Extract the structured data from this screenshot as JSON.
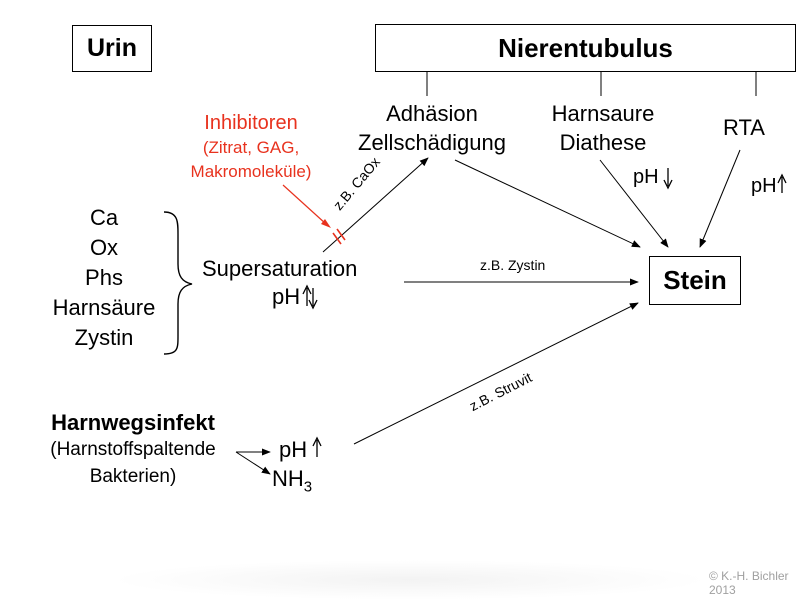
{
  "title_box": {
    "label": "Urin"
  },
  "header_box": {
    "label": "Nierentubulus"
  },
  "top_nodes": {
    "adhesion": {
      "line1": "Adhäsion",
      "line2": "Zellschädigung"
    },
    "harnsaure": {
      "line1": "Harnsaure",
      "line2": "Diathese"
    },
    "rta": {
      "label": "RTA"
    }
  },
  "inhibitors": {
    "title": "Inhibitoren",
    "line1": "(Zitrat, GAG,",
    "line2": "Makromoleküle)"
  },
  "left_list": [
    "Ca",
    "Ox",
    "Phs",
    "Harnsäure",
    "Zystin"
  ],
  "supersaturation": {
    "label": "Supersaturation",
    "ph": "pH"
  },
  "stein": {
    "label": "Stein"
  },
  "ph_down_label": "pH",
  "ph_up_label": "pH",
  "edge_labels": {
    "caox": "z.B. CaOx",
    "zystin": "z.B. Zystin",
    "struvit": "z.B. Struvit"
  },
  "infection": {
    "title": "Harnwegsinfekt",
    "line1": "(Harnstoffspaltende",
    "line2": "Bakterien)",
    "ph": "pH",
    "nh": "NH",
    "nh_sub": "3"
  },
  "copyright": {
    "line1": "© K.-H. Bichler",
    "line2": "2013"
  },
  "colors": {
    "inhibitor": "#e8321e",
    "lines": "#000000"
  }
}
